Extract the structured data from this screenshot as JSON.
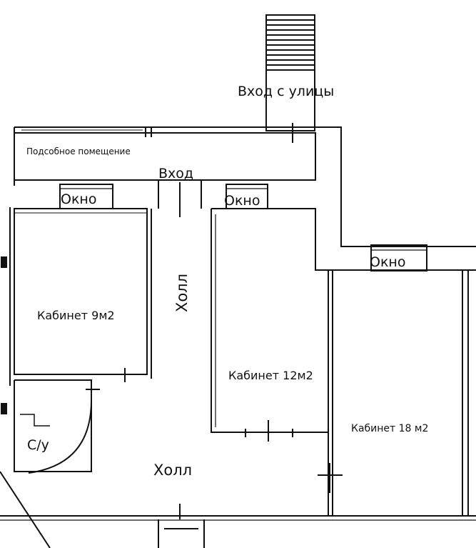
{
  "plan": {
    "labels": {
      "street_entrance": "Вход с улицы",
      "utility_room": "Подсобное помещение",
      "entrance": "Вход",
      "window_1": "Окно",
      "window_2": "Окно",
      "window_3": "Окно",
      "office_9": "Кабинет 9м2",
      "hall_vertical": "Холл",
      "office_12": "Кабинет 12м2",
      "office_18": "Кабинет 18 м2",
      "bathroom": "С/у",
      "hall_bottom": "Холл"
    },
    "colors": {
      "ink": "#111111",
      "paper": "#ffffff"
    }
  }
}
